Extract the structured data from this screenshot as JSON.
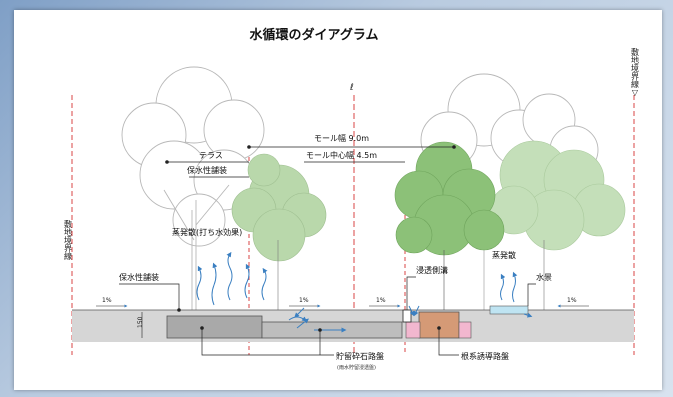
{
  "diagram": {
    "title": "水循環のダイアグラム",
    "boundary_left": "敷地境界線",
    "boundary_right": "敷地境界線▽",
    "center_mark": "ℓ",
    "mall_width": "モール幅 9.0m",
    "mall_center_width": "モール中心幅 4.5m",
    "terrace": "テラス",
    "permeable_paving_top": "保水性舗装",
    "evaporation_sprinkle": "蒸発散(打ち水効果)",
    "permeable_paving": "保水性舗装",
    "infiltration_gutter": "浸透側溝",
    "evaporation": "蒸発散",
    "water_feature": "水景",
    "slope_1": "1%",
    "slope_2": "1%",
    "slope_3": "1%",
    "slope_4": "1%",
    "depth": "150",
    "crushed_stone_base": "貯留砕石路盤",
    "crushed_stone_note": "(雨水貯留浸透盤)",
    "root_guide_base": "根系誘導路盤"
  },
  "colors": {
    "tree_outline": "#b8b8b8",
    "tree_green": "#a9cf9a",
    "tree_dark_green": "#7fb36a",
    "ground": "#d6d6d6",
    "stone": "#a9a9a9",
    "root_base": "#d59a76",
    "pink": "#f2b7cf",
    "water": "#bfe4f2",
    "arrow": "#3a7fc1",
    "line": "#222222",
    "centerline": "#d01818"
  }
}
